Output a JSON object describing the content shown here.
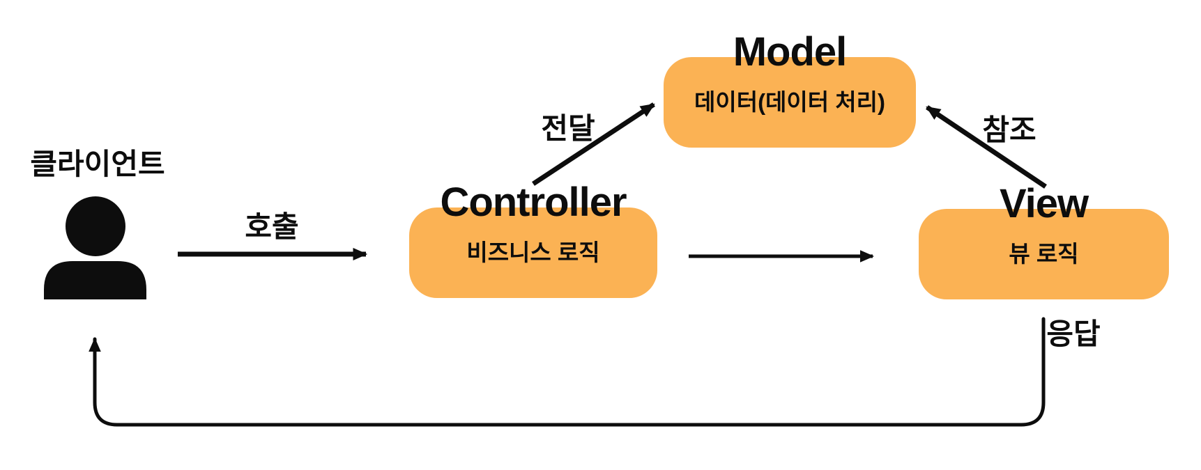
{
  "colors": {
    "box_fill": "#FBB254",
    "ink": "#0D0D0D",
    "background": "#FFFFFF"
  },
  "client": {
    "label": "클라이언트"
  },
  "boxes": {
    "model": {
      "title": "Model",
      "subtitle": "데이터(데이터 처리)"
    },
    "controller": {
      "title": "Controller",
      "subtitle": "비즈니스 로직"
    },
    "view": {
      "title": "View",
      "subtitle": "뷰 로직"
    }
  },
  "arrow_labels": {
    "call": "호출",
    "pass": "전달",
    "reference": "참조",
    "response": "응답"
  }
}
